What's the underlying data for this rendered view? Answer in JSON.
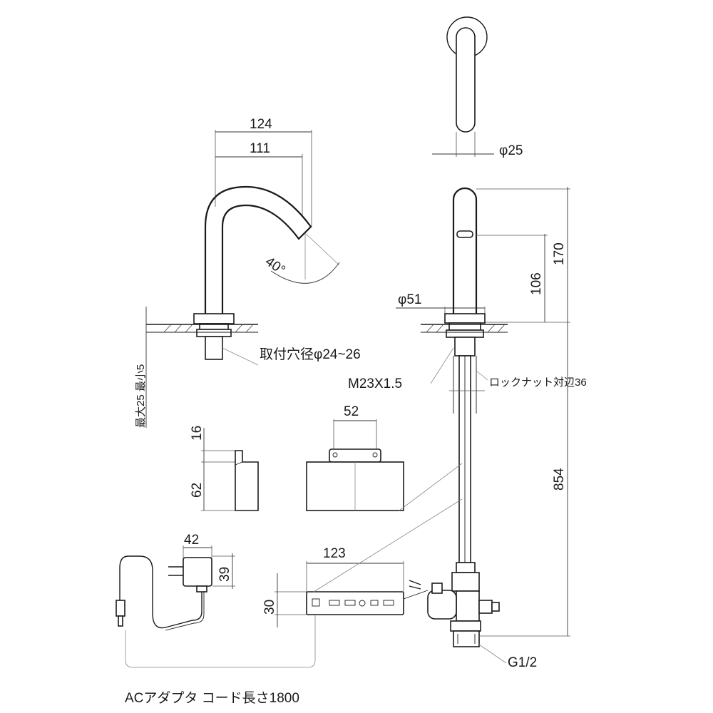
{
  "dimensions": {
    "spout_reach_outer": "124",
    "spout_reach_inner": "111",
    "spout_angle": "40°",
    "spout_diameter": "φ25",
    "height_total": "170",
    "height_sensor": "106",
    "base_diameter": "φ51",
    "hole_diameter": "取付穴径φ24~26",
    "thread": "M23X1.5",
    "locknut": "ロックナット対辺36",
    "counter_thickness": "最大25 最小5",
    "box_width": "52",
    "box_top": "16",
    "box_height": "62",
    "hose_length": "854",
    "adapter_width": "42",
    "adapter_height": "39",
    "controller_width": "123",
    "controller_height": "30",
    "inlet": "G1/2",
    "adapter_cord": "ACアダプタ コード長さ1800"
  }
}
